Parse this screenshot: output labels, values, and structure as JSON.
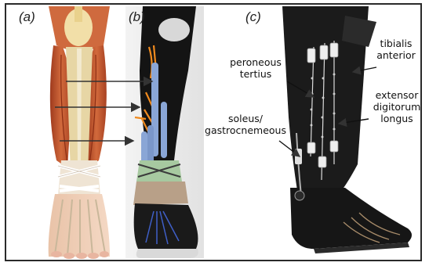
{
  "panels": {
    "a": {
      "label": "(a)"
    },
    "b": {
      "label": "(b)"
    },
    "c": {
      "label": "(c)"
    }
  },
  "annotations": {
    "peroneous_tertius": [
      "peroneous",
      "tertius"
    ],
    "tibialis_anterior": [
      "tibialis",
      "anterior"
    ],
    "extensor_digitorum_longus": [
      "extensor",
      "digitorum",
      "longus"
    ],
    "soleus_gastrocnemeous": [
      "soleus/",
      "gastrocnemeous"
    ]
  },
  "colors": {
    "muscle": "#c0552a",
    "tendon": "#e8d5a0",
    "suit": "#141414",
    "actuator": "#8aa6d6",
    "orange_line": "#f08a1e",
    "band_green": "#a7c9a0",
    "band_tan": "#b8a088",
    "sole": "#d9d9d9"
  }
}
